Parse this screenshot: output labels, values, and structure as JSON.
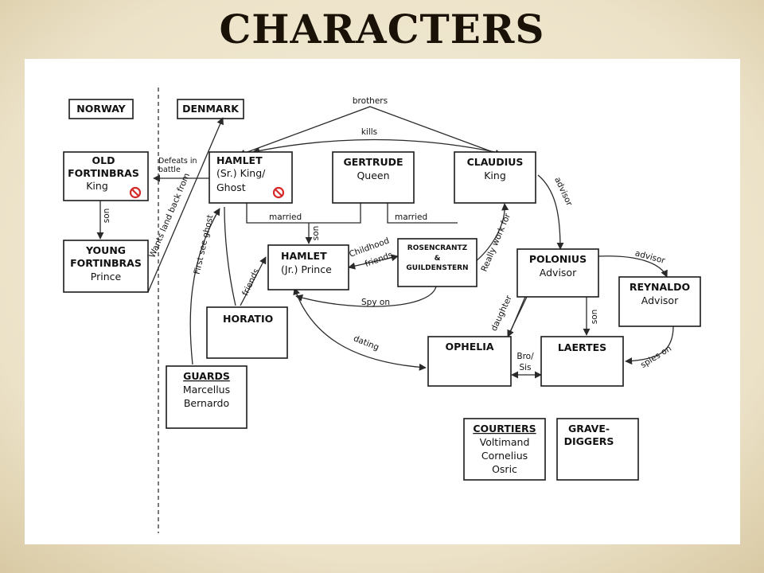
{
  "title": "CHARACTERS",
  "regions": {
    "norway": "NORWAY",
    "denmark": "DENMARK"
  },
  "nodes": {
    "old_fortinbras": {
      "name_lines": [
        "OLD",
        "FORTINBRAS"
      ],
      "role_lines": [
        "King"
      ]
    },
    "young_fortinbras": {
      "name_lines": [
        "YOUNG",
        "FORTINBRAS"
      ],
      "role_lines": [
        "Prince"
      ]
    },
    "hamlet_sr": {
      "lines": [
        "HAMLET",
        "(Sr.) King/",
        "Ghost"
      ]
    },
    "gertrude": {
      "name_lines": [
        "GERTRUDE"
      ],
      "role_lines": [
        "Queen"
      ]
    },
    "claudius": {
      "name_lines": [
        "CLAUDIUS"
      ],
      "role_lines": [
        "King"
      ]
    },
    "hamlet_jr": {
      "lines": [
        "HAMLET",
        "(Jr.) Prince"
      ]
    },
    "rosencrantz": {
      "name_lines": [
        "ROSENCRANTZ",
        "&",
        "GUILDENSTERN"
      ]
    },
    "polonius": {
      "name_lines": [
        "POLONIUS"
      ],
      "role_lines": [
        "Advisor"
      ]
    },
    "reynaldo": {
      "name_lines": [
        "REYNALDO"
      ],
      "role_lines": [
        "Advisor"
      ]
    },
    "horatio": {
      "name_lines": [
        "HORATIO"
      ]
    },
    "ophelia": {
      "name_lines": [
        "OPHELIA"
      ]
    },
    "laertes": {
      "name_lines": [
        "LAERTES"
      ]
    },
    "guards": {
      "name_lines": [
        "GUARDS"
      ],
      "role_lines": [
        "Marcellus",
        "Bernardo"
      ]
    },
    "courtiers": {
      "name_lines": [
        "COURTIERS"
      ],
      "role_lines": [
        "Voltimand",
        "Cornelius",
        "Osric"
      ]
    },
    "gravediggers": {
      "name_lines": [
        "GRAVE-",
        "DIGGERS"
      ]
    }
  },
  "edge_labels": {
    "brothers": "brothers",
    "kills": "kills",
    "defeats": [
      "Defeats in",
      "battle"
    ],
    "son_norway": "son",
    "wants_land": "Wants land back from",
    "first_see": "First see ghost",
    "married_left": "married",
    "married_right": "married",
    "son_hamlet": "son",
    "childhood": [
      "Childhood",
      "friends"
    ],
    "really_work": "Really work for",
    "advisor_claudius": "advisor",
    "advisor_reynaldo": "advisor",
    "friends": "friends",
    "spy_on": "Spy on",
    "dating": "dating",
    "daughter": "daughter",
    "son_polonius": "son",
    "bro_sis": [
      "Bro/",
      "Sis"
    ],
    "spies_on": "spies on"
  },
  "icons": {
    "deceased": "no-entry-icon"
  },
  "colors": {
    "background": "#efe7d2",
    "deceased_icon": "#d62a2a"
  }
}
